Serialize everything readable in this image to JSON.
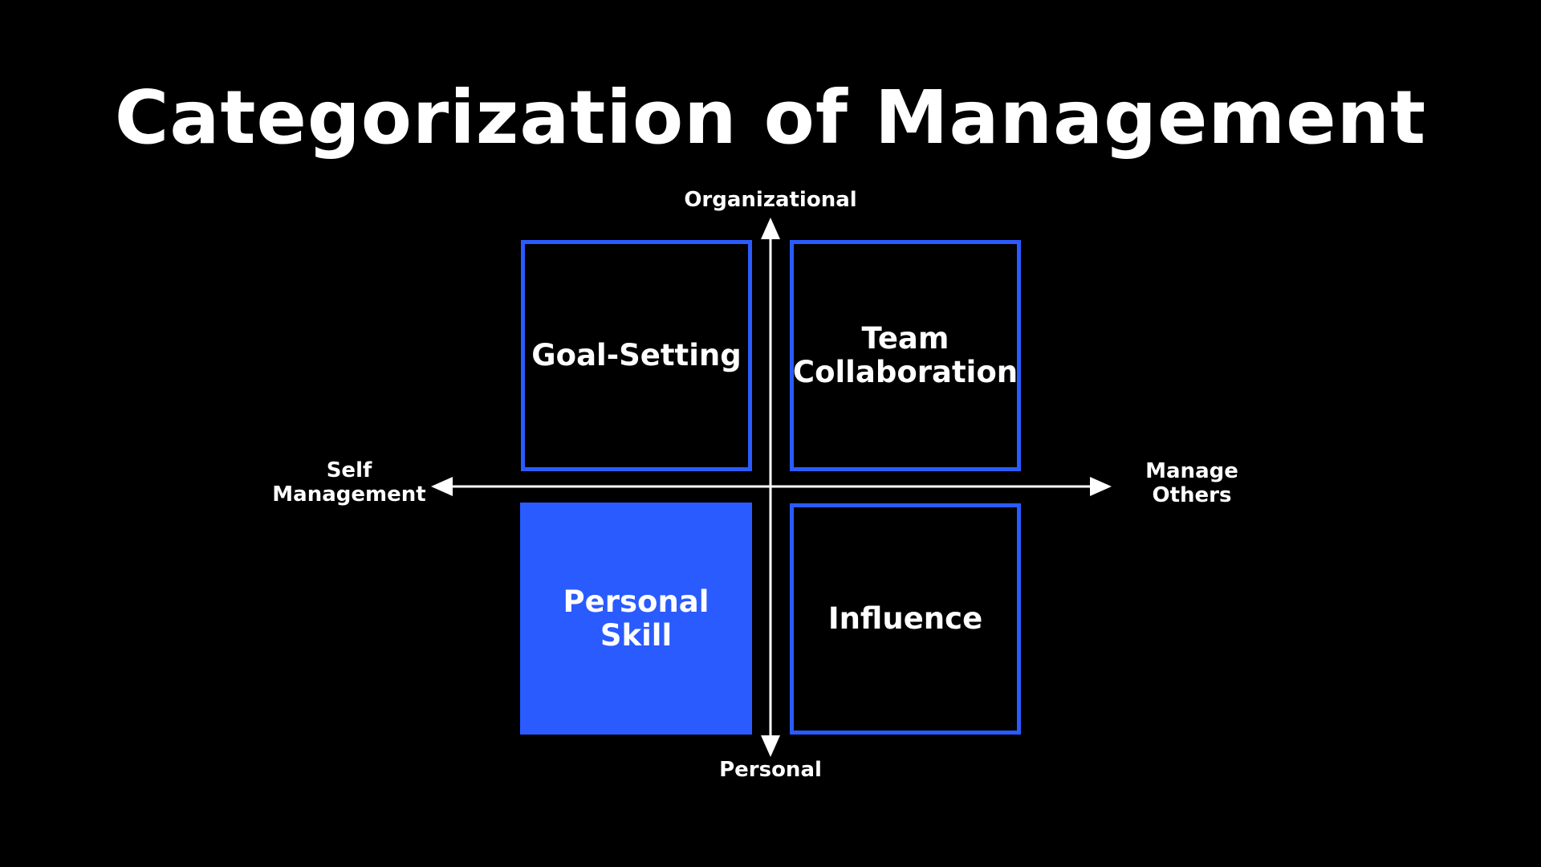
{
  "title": "Categorization of Management",
  "colors": {
    "background": "#000000",
    "accent": "#2a5bff",
    "text": "#ffffff"
  },
  "axes": {
    "top": "Organizational",
    "bottom": "Personal",
    "left": [
      "Self",
      "Management"
    ],
    "right": [
      "Manage",
      "Others"
    ]
  },
  "quadrants": {
    "top_left": {
      "label": "Goal-Setting",
      "highlighted": false
    },
    "top_right": {
      "label_lines": [
        "Team",
        "Collaboration"
      ],
      "highlighted": false
    },
    "bottom_left": {
      "label": "Personal Skill",
      "highlighted": true
    },
    "bottom_right": {
      "label": "Influence",
      "highlighted": false
    }
  }
}
